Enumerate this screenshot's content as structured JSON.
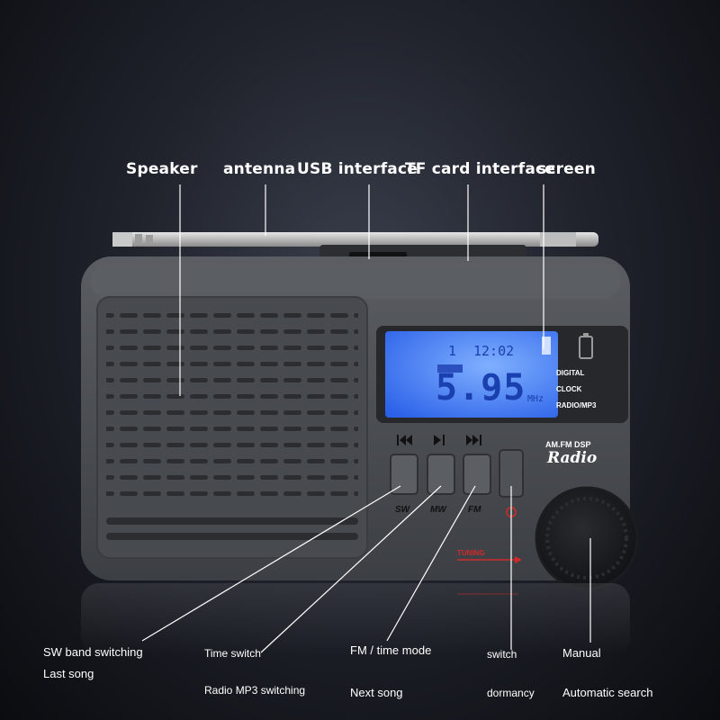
{
  "callouts_top": {
    "speaker": "Speaker",
    "antenna": "antenna",
    "usb": "USB interface",
    "tf": "TF card interface",
    "screen": "screen"
  },
  "callouts_bottom": {
    "sw": "SW band switching",
    "last_song": "Last song",
    "time_switch": "Time switch",
    "radio_mp3": "Radio MP3 switching",
    "fm_time": "FM / time mode",
    "next_song": "Next song",
    "switch": "switch",
    "dormancy": "dormancy",
    "manual": "Manual",
    "auto_search": "Automatic search"
  },
  "lcd": {
    "track": "1",
    "clock": "12:02",
    "freq": "5.95",
    "unit": "MHz"
  },
  "panel": {
    "digital": "DIGITAL",
    "clock": "CLOCK",
    "radio_mp3": "RADIO/MP3",
    "am_fm_dsp": "AM.FM DSP",
    "brand": "Radio",
    "btn_sw": "SW",
    "btn_mw": "MW",
    "btn_fm": "FM",
    "tuning": "TUNING"
  },
  "colors": {
    "lcd": "#3a74ff",
    "body": "#4a4d52",
    "tuning": "#d22a2a"
  }
}
